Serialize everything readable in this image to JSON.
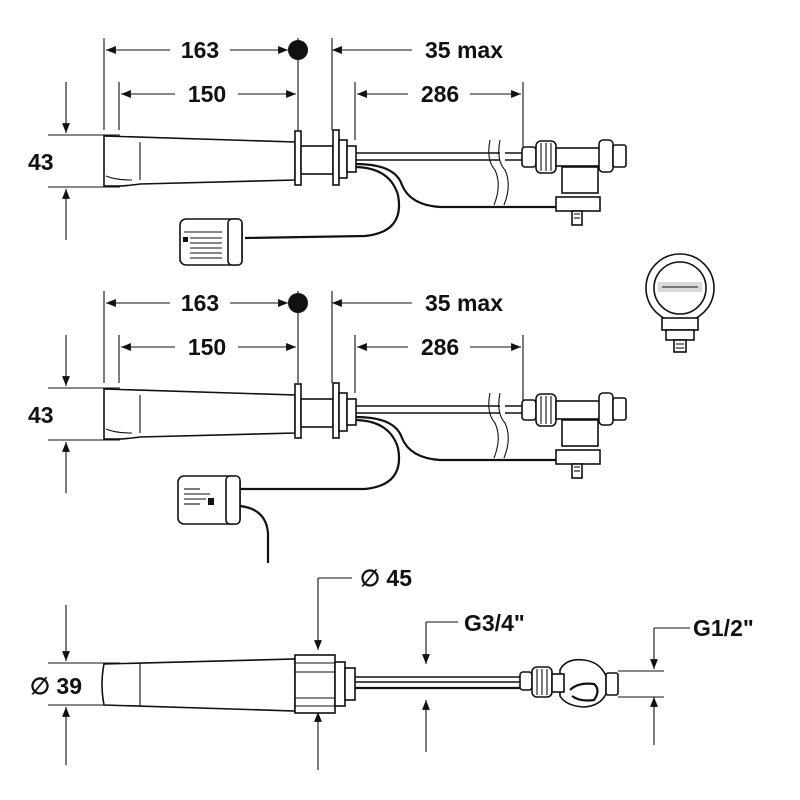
{
  "views": {
    "top": {
      "dim_163": "163",
      "dim_150": "150",
      "dim_35max": "35 max",
      "dim_286": "286",
      "dim_43": "43"
    },
    "middle": {
      "dim_163": "163",
      "dim_150": "150",
      "dim_35max": "35 max",
      "dim_286": "286",
      "dim_43": "43"
    },
    "bottom": {
      "dim_d45": "∅ 45",
      "dim_d39": "∅ 39",
      "thread_g34": "G3/4\"",
      "thread_g12": "G1/2\""
    }
  }
}
